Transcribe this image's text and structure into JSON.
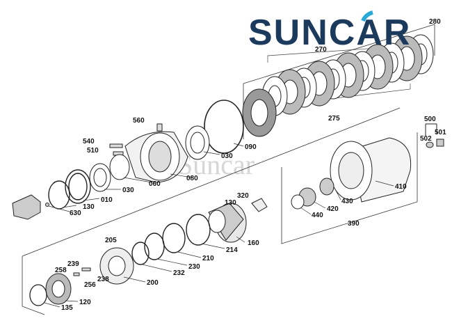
{
  "brand": {
    "logo_text": "SUNCAR",
    "watermark_text": "Suncar",
    "primary_color": "#1b3a5c",
    "accent_color": "#29a9d6"
  },
  "labels": {
    "l280": "280",
    "l270": "270",
    "l275": "275",
    "l560": "560",
    "l540": "540",
    "l510": "510",
    "l090": "090",
    "l030a": "030",
    "l060": "060",
    "l080": "080",
    "l010": "010",
    "l030b": "030",
    "l130a": "130",
    "l630": "630",
    "l320": "320",
    "l130b": "130",
    "l214": "214",
    "l160": "160",
    "l210": "210",
    "l230": "230",
    "l232": "232",
    "l205": "205",
    "l239": "239",
    "l258": "258",
    "l238": "238",
    "l256": "256",
    "l200": "200",
    "l120": "120",
    "l135": "135",
    "l500": "500",
    "l501": "501",
    "l502": "502",
    "l410": "410",
    "l430": "430",
    "l420": "420",
    "l440": "440",
    "l390": "390"
  }
}
